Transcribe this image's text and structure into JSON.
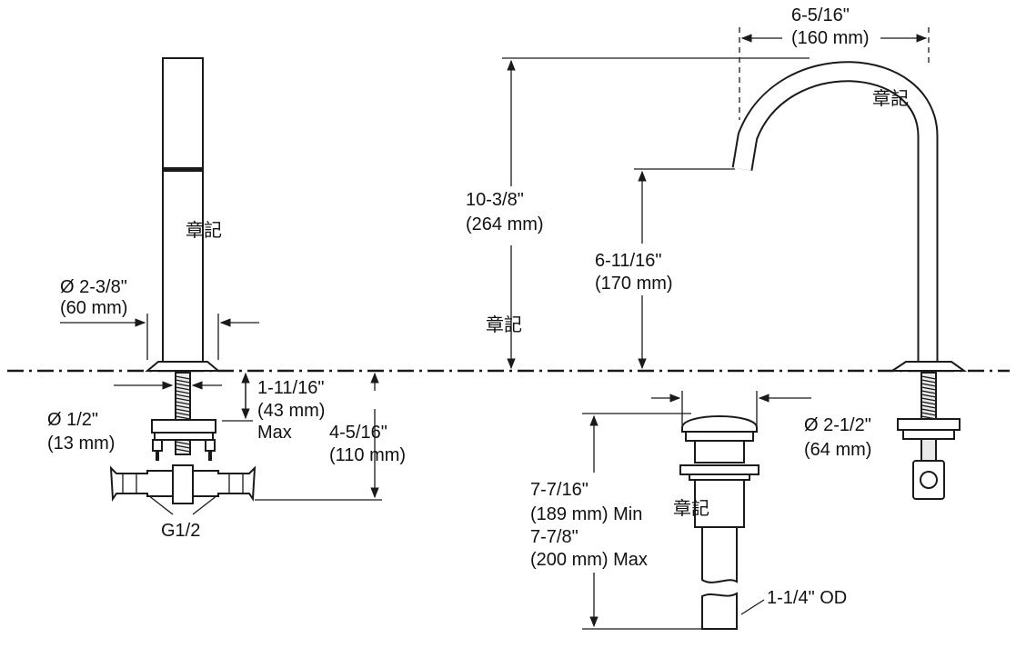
{
  "watermark": "章記",
  "handshower": {
    "body_diameter": {
      "inch": "Ø 2-3/8\"",
      "mm": "(60 mm)"
    },
    "shank_diameter": {
      "inch": "Ø 1/2\"",
      "mm": "(13 mm)"
    },
    "deck_thickness": {
      "inch": "1-11/16\"",
      "mm": "(43 mm)",
      "note": "Max"
    },
    "below_deck": {
      "inch": "4-5/16\"",
      "mm": "(110 mm)"
    },
    "connection": "G1/2"
  },
  "spout": {
    "reach": {
      "inch": "6-5/16\"",
      "mm": "(160 mm)"
    },
    "height": {
      "inch": "10-3/8\"",
      "mm": "(264 mm)"
    },
    "outlet_height": {
      "inch": "6-11/16\"",
      "mm": "(170 mm)"
    }
  },
  "drain": {
    "cap_diameter": {
      "inch": "Ø 2-1/2\"",
      "mm": "(64 mm)"
    },
    "length_min": {
      "inch": "7-7/16\"",
      "mm": "(189 mm) Min"
    },
    "length_max": {
      "inch": "7-7/8\"",
      "mm": "(200 mm) Max"
    },
    "tailpiece": "1-1/4\" OD"
  }
}
